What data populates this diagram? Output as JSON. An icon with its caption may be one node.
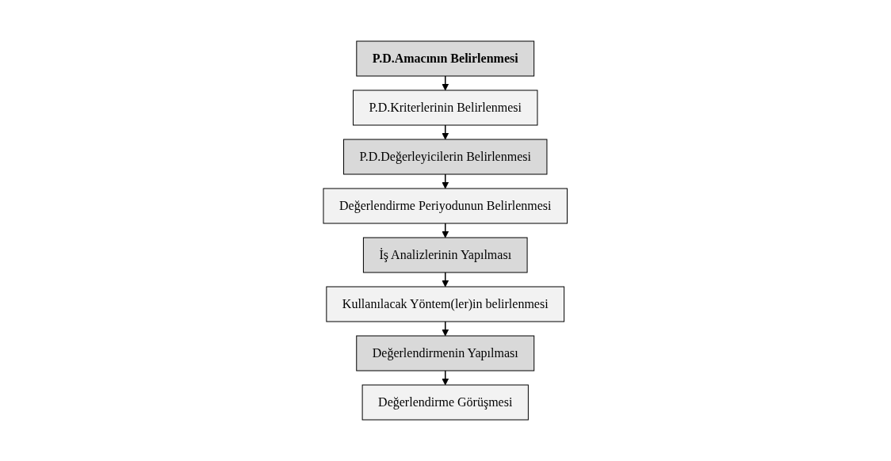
{
  "diagram": {
    "nodes": [
      {
        "text": [
          "P.D.Amacının Belirlenmesi"
        ]
      },
      {
        "text": [
          "P.D.Kriterlerinin Belirlenmesi"
        ]
      },
      {
        "text": [
          "P.D.Değerleyicilerin Belirlenmesi"
        ]
      },
      {
        "text": [
          "Değerlendirme Periyodunun Belirlenmesi"
        ]
      },
      {
        "text": [
          "İş Analizlerinin Yapılması"
        ]
      },
      {
        "text": [
          "Kullanılacak Yöntem(ler)in belirlenmesi"
        ]
      },
      {
        "text": [
          "Değerlendirmenin Yapılması"
        ]
      },
      {
        "text": [
          "Değerlendirme Görüşmesi"
        ]
      }
    ],
    "edges": [
      {
        "from": 0,
        "to": 1,
        "arrow": "to"
      },
      {
        "from": 1,
        "to": 2,
        "arrow": "to"
      },
      {
        "from": 2,
        "to": 3,
        "arrow": "to"
      },
      {
        "from": 3,
        "to": 4,
        "arrow": "to"
      },
      {
        "from": 4,
        "to": 5,
        "arrow": "to"
      },
      {
        "from": 5,
        "to": 6,
        "arrow": "to"
      },
      {
        "from": 6,
        "to": 7,
        "arrow": "to"
      }
    ]
  }
}
